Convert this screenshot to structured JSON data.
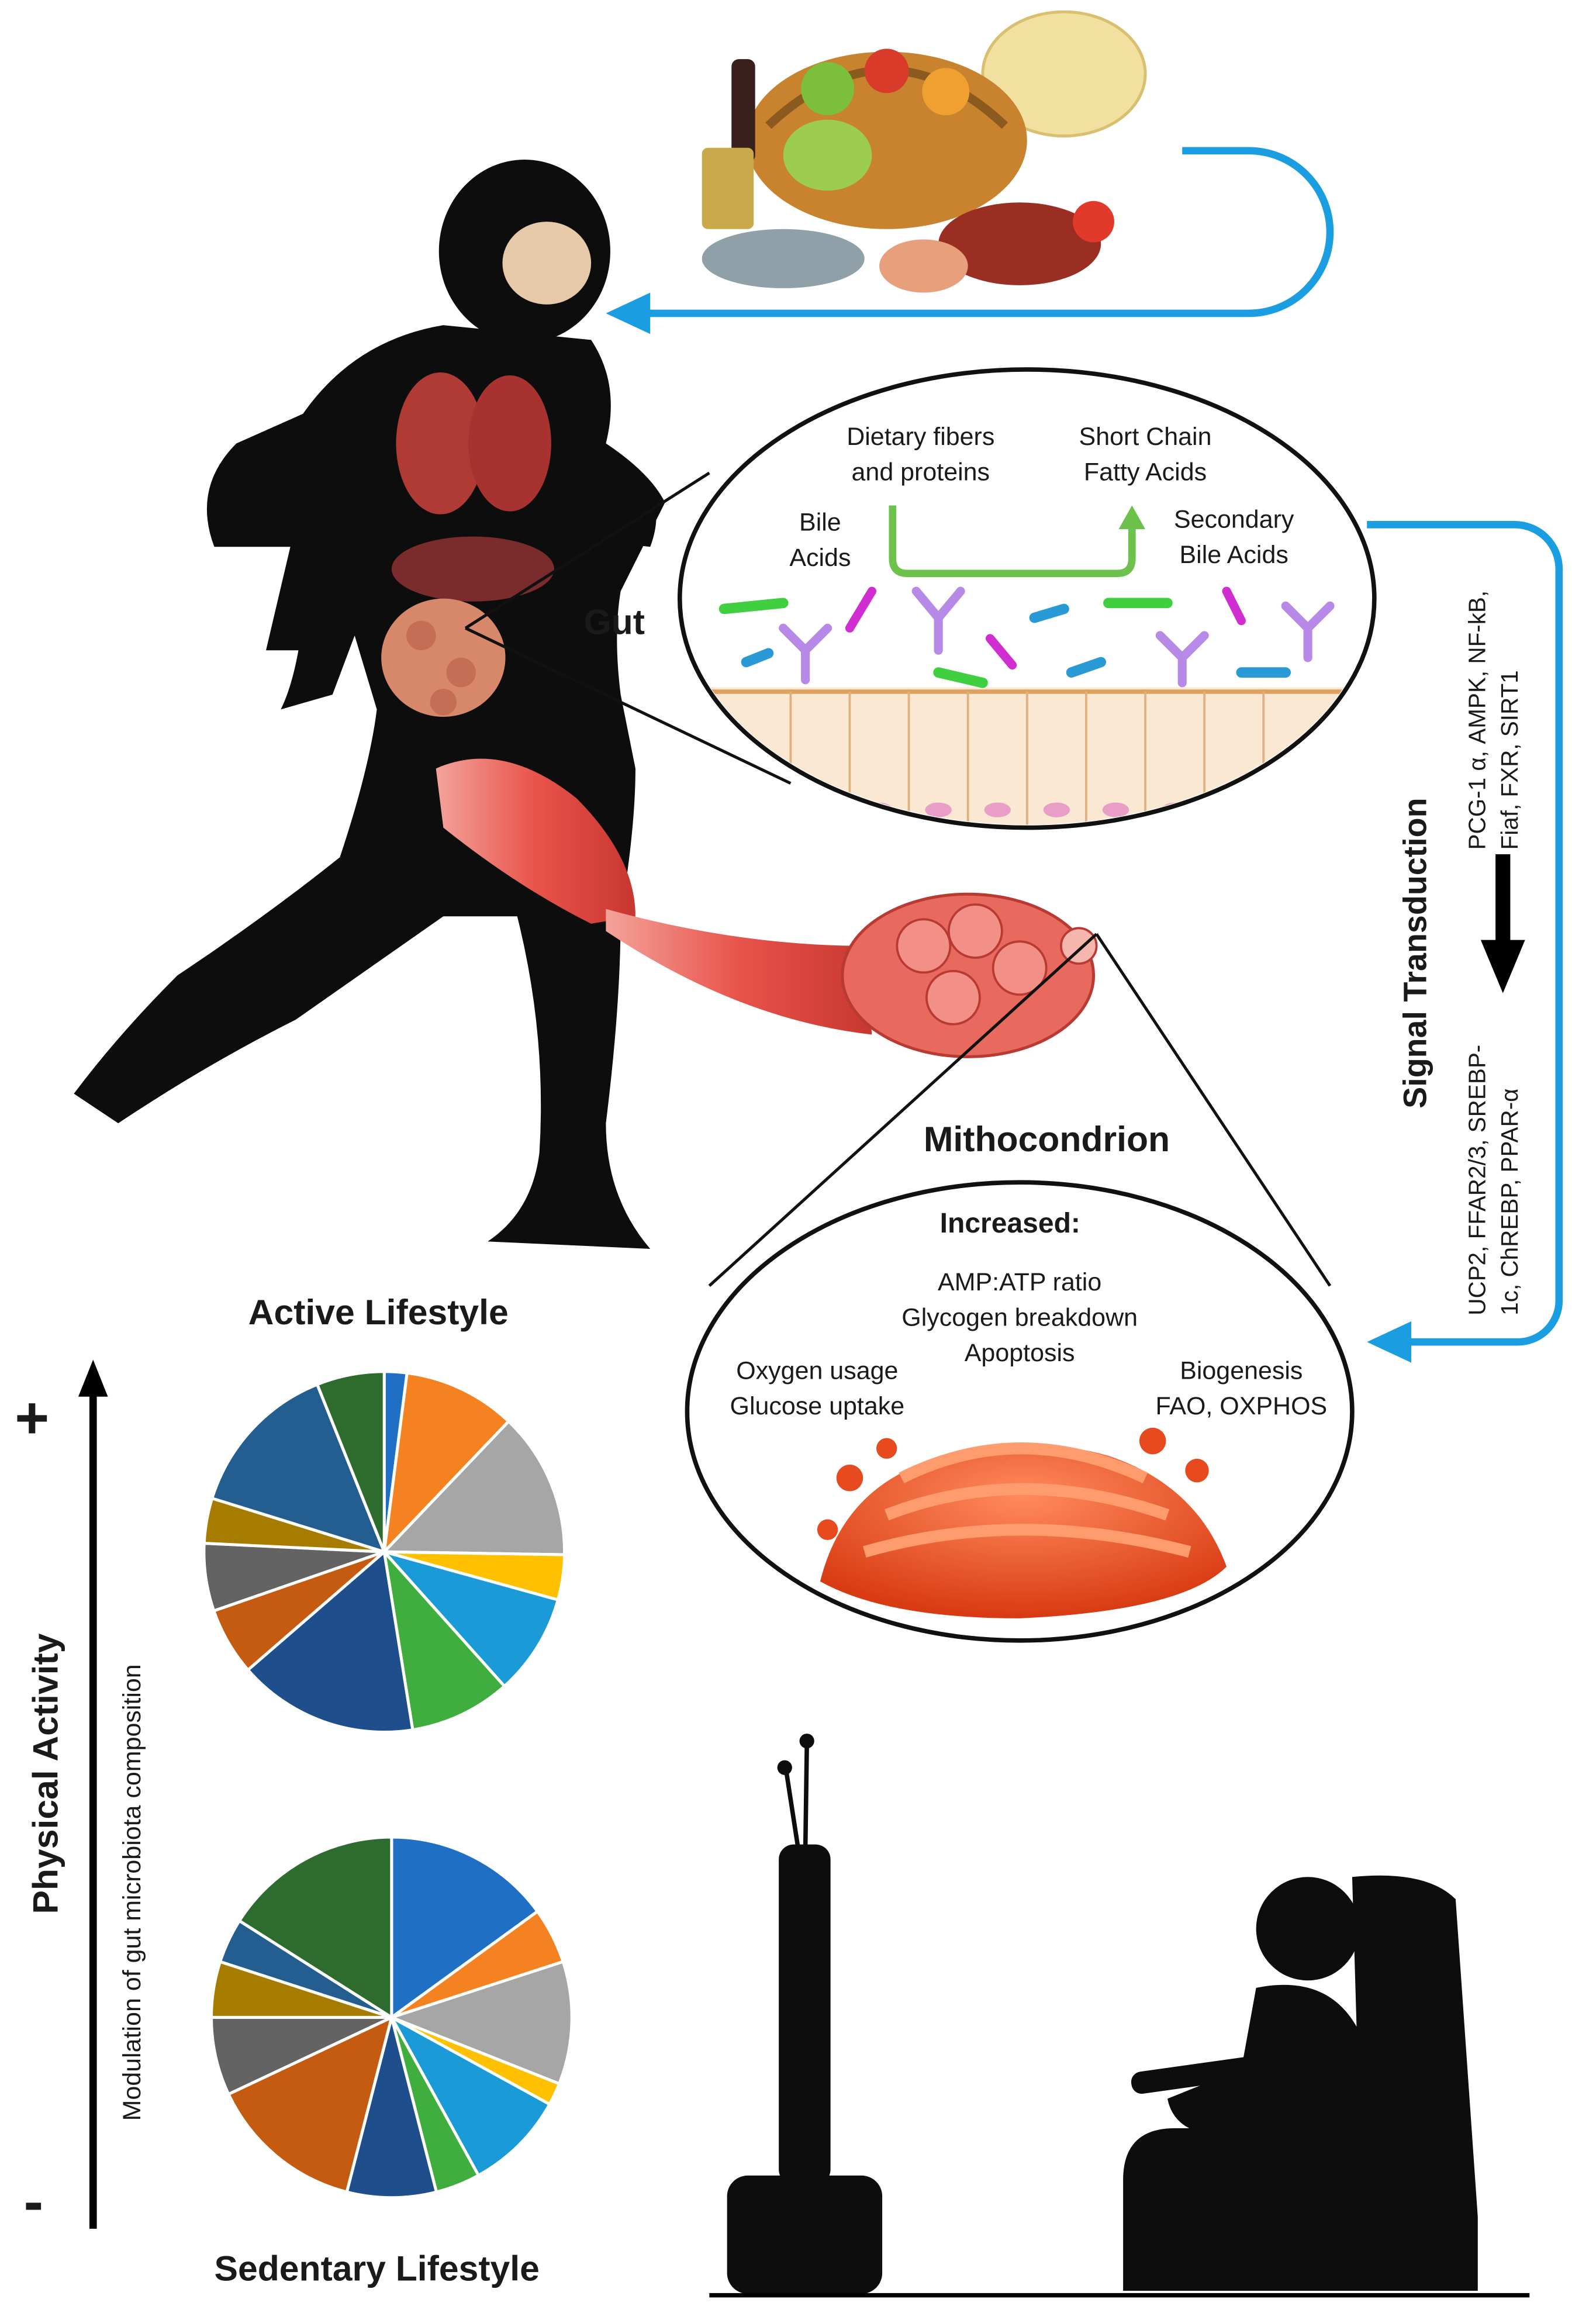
{
  "gut": {
    "title": "Gut",
    "dietary": [
      "Dietary fibers",
      "and proteins"
    ],
    "scfa": [
      "Short Chain",
      "Fatty Acids"
    ],
    "bile": [
      "Bile",
      "Acids"
    ],
    "secondary_bile": [
      "Secondary",
      "Bile Acids"
    ]
  },
  "signal": {
    "title": "Signal Transduction",
    "upstream": [
      "PCG-1 α, AMPK, NF-kB,",
      "Fiaf, FXR, SIRT1"
    ],
    "downstream": [
      "UCP2, FFAR2/3, SREBP-",
      "1c, ChREBP, PPAR-α"
    ]
  },
  "mito": {
    "title": "Mithocondrion",
    "increased": "Increased:",
    "center": [
      "AMP:ATP ratio",
      "Glycogen breakdown",
      "Apoptosis"
    ],
    "left": [
      "Oxygen usage",
      "Glucose uptake"
    ],
    "right": [
      "Biogenesis",
      "FAO, OXPHOS"
    ]
  },
  "axis": {
    "label": "Physical Activity",
    "sublabel": "Modulation of gut microbiota composition",
    "plus": "+",
    "minus": "-"
  },
  "active": {
    "title": "Active Lifestyle",
    "slices": [
      {
        "value": 2,
        "color": "#1f6fc5"
      },
      {
        "value": 10,
        "color": "#f58220"
      },
      {
        "value": 13,
        "color": "#a6a6a6"
      },
      {
        "value": 4,
        "color": "#ffc000"
      },
      {
        "value": 9,
        "color": "#1a9ad6"
      },
      {
        "value": 9,
        "color": "#3fae3f"
      },
      {
        "value": 16,
        "color": "#1f4e8c"
      },
      {
        "value": 6,
        "color": "#c55a11"
      },
      {
        "value": 6,
        "color": "#636363"
      },
      {
        "value": 4,
        "color": "#a67c00"
      },
      {
        "value": 14,
        "color": "#245e91"
      },
      {
        "value": 6,
        "color": "#2e6b2e"
      }
    ]
  },
  "sedentary": {
    "title": "Sedentary Lifestyle",
    "slices": [
      {
        "value": 15,
        "color": "#1f6fc5"
      },
      {
        "value": 5,
        "color": "#f58220"
      },
      {
        "value": 11,
        "color": "#a6a6a6"
      },
      {
        "value": 2,
        "color": "#ffc000"
      },
      {
        "value": 9,
        "color": "#1a9ad6"
      },
      {
        "value": 4,
        "color": "#3fae3f"
      },
      {
        "value": 8,
        "color": "#1f4e8c"
      },
      {
        "value": 14,
        "color": "#c55a11"
      },
      {
        "value": 7,
        "color": "#636363"
      },
      {
        "value": 5,
        "color": "#a67c00"
      },
      {
        "value": 4,
        "color": "#245e91"
      },
      {
        "value": 16,
        "color": "#2e6b2e"
      }
    ]
  },
  "colors": {
    "arrow_blue": "#1b9de2",
    "green_arrow": "#6cc24a",
    "silhouette": "#0d0d0d",
    "muscle": "#e8534a",
    "mito": "#e84a1f"
  }
}
